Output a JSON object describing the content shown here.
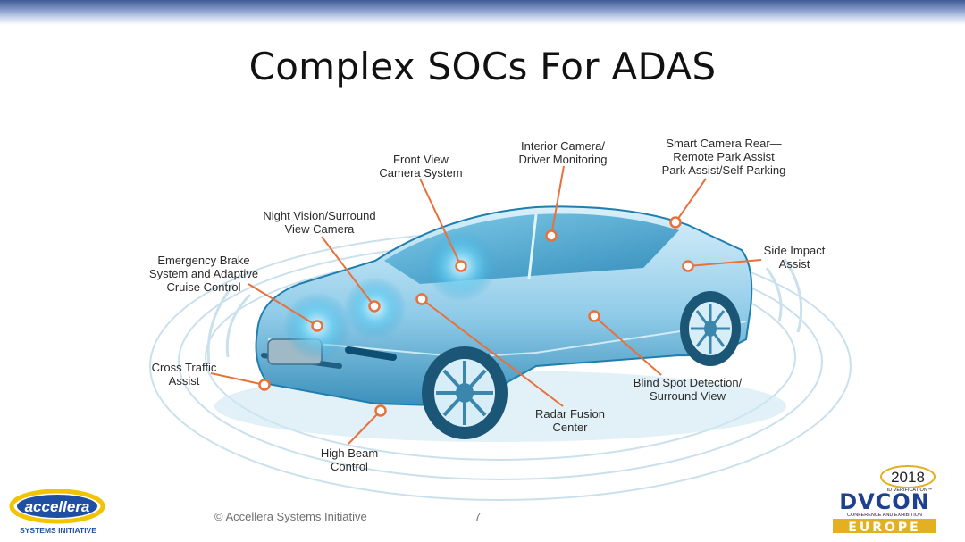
{
  "title": "Complex SOCs For ADAS",
  "labels": {
    "front_view": [
      "Front View",
      "Camera System"
    ],
    "interior_camera": [
      "Interior Camera/",
      "Driver Monitoring"
    ],
    "smart_camera_rear": [
      "Smart Camera Rear—",
      "Remote Park Assist",
      "Park Assist/Self-Parking"
    ],
    "night_vision": [
      "Night Vision/Surround",
      "View Camera"
    ],
    "side_impact": [
      "Side Impact",
      "Assist"
    ],
    "emergency_brake": [
      "Emergency Brake",
      "System and Adaptive",
      "Cruise Control"
    ],
    "cross_traffic": [
      "Cross Traffic",
      "Assist"
    ],
    "blind_spot": [
      "Blind Spot Detection/",
      "Surround View"
    ],
    "radar_fusion": [
      "Radar Fusion",
      "Center"
    ],
    "high_beam": [
      "High Beam",
      "Control"
    ]
  },
  "footer": {
    "copyright": "© Accellera Systems Initiative",
    "page_number": "7"
  },
  "logos": {
    "accellera": {
      "name": "accellera",
      "tagline": "SYSTEMS INITIATIVE"
    },
    "dvcon": {
      "year": "2018",
      "subtitle": "ID VERIFICATION™",
      "name": "DVCON",
      "tagline": "CONFERENCE AND EXHIBITION",
      "region": "EUROPE"
    }
  },
  "colors": {
    "accent_orange": "#e8703a",
    "car_blue": "#2aa6d8",
    "header_blue": "#3f5a95",
    "accellera_blue": "#1f4fa3",
    "accellera_yellow": "#f2c300",
    "dvcon_gold": "#e3b021"
  }
}
